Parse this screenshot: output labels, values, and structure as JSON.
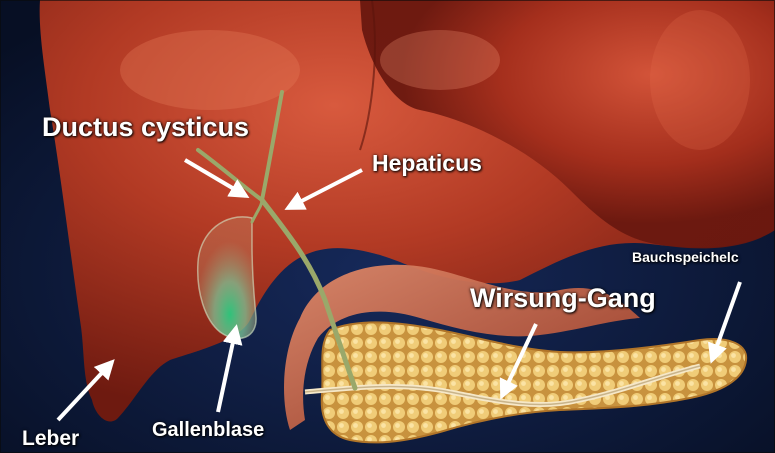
{
  "labels": {
    "ductus_cysticus": "Ductus cysticus",
    "hepaticus": "Hepaticus",
    "wirsung_gang": "Wirsung-Gang",
    "bauchspeicheldruese": "Bauchspeichelc",
    "leber": "Leber",
    "gallenblase": "Gallenblase"
  },
  "colors": {
    "background": "#0c1a3a",
    "liver": "#a5301e",
    "liver_highlight": "#d6553a",
    "gallbladder": "#5bd08a",
    "bile_duct": "#8fa266",
    "pancreas": "#e2b760",
    "label_text": "#ffffff"
  }
}
